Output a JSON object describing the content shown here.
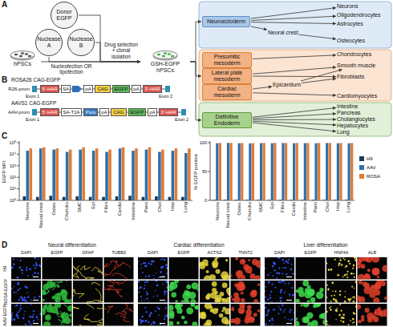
{
  "diagram": {
    "nodes": [
      {
        "text": [
          "Donor EGFP"
        ]
      },
      {
        "text": [
          "Nuclease A"
        ]
      },
      {
        "text": [
          "Nuclease B"
        ]
      },
      {
        "text": [
          "hPSCs"
        ]
      },
      {
        "text": [
          "GSH-EGFP hPSCs"
        ]
      },
      {
        "text": [
          "Neuroectoderm"
        ]
      },
      {
        "text": [
          "Neurons"
        ]
      },
      {
        "text": [
          "Oligodendrocytes"
        ]
      },
      {
        "text": [
          "Astrocytes"
        ]
      },
      {
        "text": [
          "Neural crest"
        ]
      },
      {
        "text": [
          "Osteocytes"
        ]
      },
      {
        "text": [
          "Presomitic mesoderm"
        ]
      },
      {
        "text": [
          "Lateral plate mesoderm"
        ]
      },
      {
        "text": [
          "Cardiac mesoderm"
        ]
      },
      {
        "text": [
          "Epicardium"
        ]
      },
      {
        "text": [
          "Chondrocytes"
        ]
      },
      {
        "text": [
          "Smooth muscle"
        ]
      },
      {
        "text": [
          "Fibroblasts"
        ]
      },
      {
        "text": [
          "Cardiomyocytes"
        ]
      },
      {
        "text": [
          "Definitive Endoderm"
        ]
      },
      {
        "text": [
          "Intestine"
        ]
      },
      {
        "text": [
          "Pancreas"
        ]
      },
      {
        "text": [
          "Cholangiocytes"
        ]
      },
      {
        "text": [
          "Hepatocytes"
        ]
      },
      {
        "text": [
          "Lung"
        ]
      },
      {
        "text": [
          "5'-HAR"
        ]
      },
      {
        "text": [
          "SA"
        ]
      },
      {
        "text": [
          "pA"
        ]
      },
      {
        "text": [
          "CAG"
        ]
      },
      {
        "text": [
          "EGFP"
        ]
      },
      {
        "text": [
          "pA"
        ]
      },
      {
        "text": [
          "3'-HAR"
        ]
      },
      {
        "text": [
          "5'-HAR"
        ]
      },
      {
        "text": [
          "SA-T2A"
        ]
      },
      {
        "text": [
          "Puro"
        ]
      },
      {
        "text": [
          "pA"
        ]
      },
      {
        "text": [
          "CAG"
        ]
      },
      {
        "text": [
          "EGFP"
        ]
      },
      {
        "text": [
          "pA"
        ]
      },
      {
        "text": [
          "3'-HAR"
        ]
      }
    ],
    "edges": [
      {
        "from": 0,
        "to": 4,
        "arrow": "to"
      },
      {
        "from": 1,
        "to": 4,
        "arrow": "to"
      },
      {
        "from": 2,
        "to": 4,
        "arrow": "to"
      },
      {
        "from": 3,
        "to": 4,
        "arrow": "to"
      },
      {
        "from": 4,
        "to": 5,
        "arrow": "to"
      },
      {
        "from": 4,
        "to": 12,
        "arrow": "to"
      },
      {
        "from": 4,
        "to": 19,
        "arrow": "to"
      },
      {
        "from": 5,
        "to": 6,
        "arrow": "to"
      },
      {
        "from": 5,
        "to": 7,
        "arrow": "to"
      },
      {
        "from": 5,
        "to": 8,
        "arrow": "to"
      },
      {
        "from": 5,
        "to": 9,
        "arrow": "to"
      },
      {
        "from": 9,
        "to": 10,
        "arrow": "to"
      },
      {
        "from": 11,
        "to": 15,
        "arrow": "to"
      },
      {
        "from": 12,
        "to": 16,
        "arrow": "to"
      },
      {
        "from": 12,
        "to": 17,
        "arrow": "to"
      },
      {
        "from": 13,
        "to": 14,
        "arrow": "to"
      },
      {
        "from": 13,
        "to": 18,
        "arrow": "to"
      },
      {
        "from": 14,
        "to": 16,
        "arrow": "to"
      },
      {
        "from": 14,
        "to": 17,
        "arrow": "to"
      },
      {
        "from": 19,
        "to": 20,
        "arrow": "to"
      },
      {
        "from": 19,
        "to": 21,
        "arrow": "to"
      },
      {
        "from": 19,
        "to": 22,
        "arrow": "to"
      },
      {
        "from": 19,
        "to": 23,
        "arrow": "to"
      },
      {
        "from": 19,
        "to": 24,
        "arrow": "to"
      }
    ],
    "labels": [
      "A",
      "Nucleofection OR lipofection",
      "Drug selection + clonal isolation",
      "B",
      "ROSA26 CAG-EGFP",
      "R26-prom",
      "Exon 1",
      "Exon 2",
      "AAVS1 CAG-EGFP",
      "AAV-prom",
      "Exon 1",
      "Exon 2",
      "C",
      "EGFP MFI",
      "10⁵",
      "10⁴",
      "10³",
      "10²",
      "10¹",
      "10⁰",
      "Neurons",
      "Neural crest",
      "Osteo",
      "Chondro",
      "SMC",
      "Epi",
      "Fibro",
      "Cardio",
      "Intestine",
      "Panc",
      "Chol",
      "Hep",
      "Lung",
      "% EGFP positive",
      "100",
      "50",
      "0",
      "Neurons",
      "Neural crest",
      "Osteo",
      "Chondro",
      "SMC",
      "Epi",
      "Fibro",
      "Cardio",
      "Intestine",
      "Panc",
      "Chol",
      "Hep",
      "Lung",
      "D",
      "Neural differentiation",
      "Cardiac differentiation",
      "Liver differentiation",
      "DAPI",
      "EGFP",
      "GFAP",
      "TUBB3",
      "DAPI",
      "EGFP",
      "ACTN2",
      "TNNT2",
      "DAPI",
      "EGFP",
      "HNF4A",
      "ALB",
      "H9",
      "ROSA-EGFP",
      "AAV-EGFP"
    ],
    "legend": [
      {
        "text": "H9",
        "color": "#1f3b57"
      },
      {
        "text": "AAV",
        "color": "#2f6fa8"
      },
      {
        "text": "ROSA",
        "color": "#e07b39"
      }
    ]
  }
}
